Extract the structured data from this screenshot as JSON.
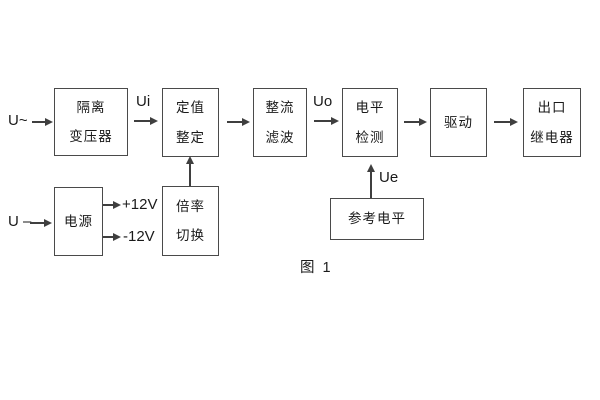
{
  "figure": {
    "caption": "图 1"
  },
  "colors": {
    "line": "#3f3f3f",
    "text": "#1a1a1a",
    "background": "#ffffff"
  },
  "inputs": {
    "ac": "U~",
    "dc": "U –"
  },
  "signals": {
    "ui": "Ui",
    "uo": "Uo",
    "ue": "Ue",
    "plus12v": "+12V",
    "minus12v": "-12V"
  },
  "blocks": {
    "isolation_transformer": {
      "line1": "隔离",
      "line2": "变压器"
    },
    "setpoint_adjust": {
      "line1": "定值",
      "line2": "整定"
    },
    "rectifier_filter": {
      "line1": "整流",
      "line2": "滤波"
    },
    "level_detect": {
      "line1": "电平",
      "line2": "检测"
    },
    "drive": {
      "label": "驱动"
    },
    "output_relay": {
      "line1": "出口",
      "line2": "继电器"
    },
    "power_supply": {
      "label": "电源"
    },
    "ratio_switch": {
      "line1": "倍率",
      "line2": "切换"
    },
    "reference_level": {
      "label": "参考电平"
    }
  }
}
